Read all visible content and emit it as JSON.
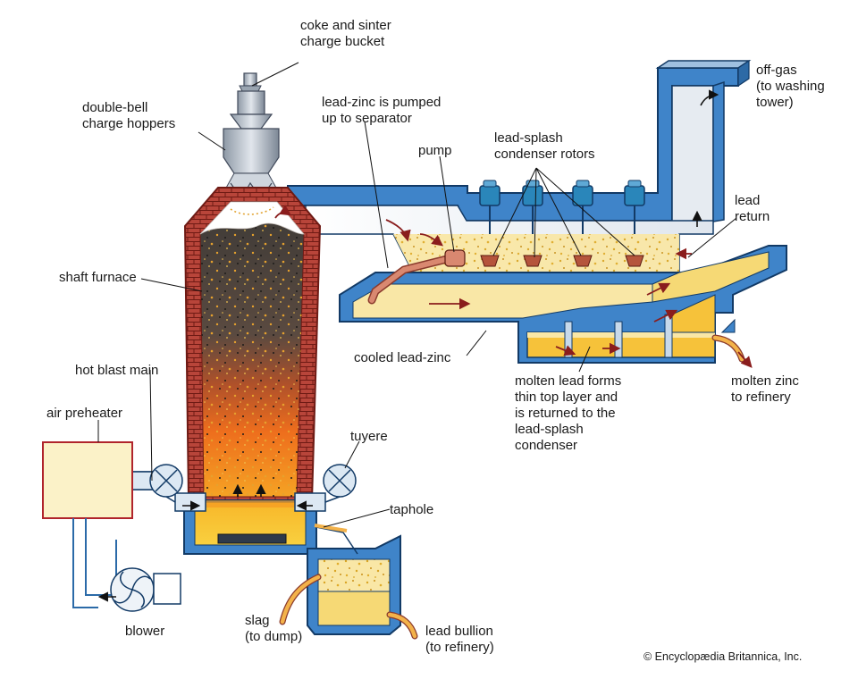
{
  "colors": {
    "duct_fill": "#3f84c9",
    "duct_edge": "#123a66",
    "duct_light": "#c7d9ea",
    "gas_fill": "#e6ebf1",
    "brick": "#b8453a",
    "brick_edge": "#6e1a14",
    "burden": "#4a4642",
    "lead_zinc": "#f9e7a6",
    "molten": "#f6c23a",
    "hot": "#ef6b1c",
    "arrow": "#8a1d1d",
    "preheater": "#fbf2c8",
    "preheater_edge": "#b0242c",
    "line": "#111111",
    "pipe_copper": "#d98870",
    "rotor": "#2a86ba"
  },
  "labels": {
    "bucket": [
      "coke and sinter",
      "charge bucket"
    ],
    "hoppers": [
      "double-bell",
      "charge hoppers"
    ],
    "pumped": [
      "lead-zinc is pumped",
      "up to separator"
    ],
    "pump": [
      "pump"
    ],
    "rotors": [
      "lead-splash",
      "condenser rotors"
    ],
    "offgas": [
      "off-gas",
      "(to washing",
      "tower)"
    ],
    "lead_return": [
      "lead",
      "return"
    ],
    "shaft": [
      "shaft furnace"
    ],
    "cooled": [
      "cooled lead-zinc"
    ],
    "hot_blast": [
      "hot blast main"
    ],
    "air_preheater": [
      "air preheater"
    ],
    "molten_lead": [
      "molten lead forms",
      "thin top layer and",
      "is returned to the",
      "lead-splash",
      "condenser"
    ],
    "molten_zinc": [
      "molten zinc",
      "to refinery"
    ],
    "tuyere": [
      "tuyere"
    ],
    "taphole": [
      "taphole"
    ],
    "blower": [
      "blower"
    ],
    "slag": [
      "slag",
      "(to dump)"
    ],
    "bullion": [
      "lead bullion",
      "(to refinery)"
    ]
  },
  "credit": "© Encyclopædia Britannica, Inc."
}
